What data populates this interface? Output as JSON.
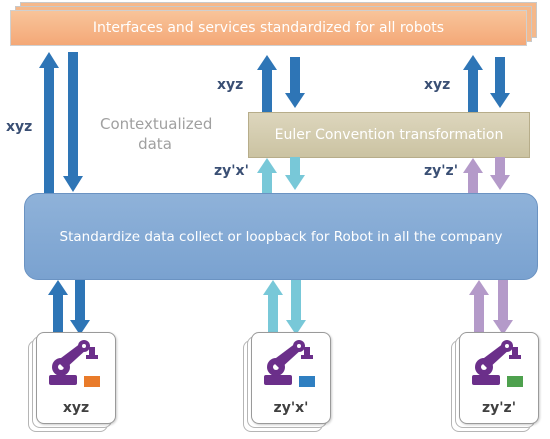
{
  "top_banner": {
    "text": "Interfaces and services standardized for all robots"
  },
  "euler_box": {
    "text": "Euler Convention transformation"
  },
  "main_box": {
    "text": "Standardize data collect or loopback for Robot in all the company"
  },
  "contextualized": {
    "line1": "Contextualized",
    "line2": "data"
  },
  "labels": {
    "left_xyz": "xyz",
    "mid_xyz": "xyz",
    "right_xyz": "xyz",
    "mid_zyx": "zy'x'",
    "right_zyz": "zy'z'"
  },
  "robots": [
    {
      "label": "xyz",
      "badge_color": "#e97b2a"
    },
    {
      "label": "zy'x'",
      "badge_color": "#2f7fc1"
    },
    {
      "label": "zy'z'",
      "badge_color": "#4ea14e"
    }
  ],
  "colors": {
    "arrow_dark": "#2e75b6",
    "arrow_cyan": "#78c8d8",
    "arrow_purple": "#b49ac9",
    "robot_body": "#6b2f8a"
  }
}
